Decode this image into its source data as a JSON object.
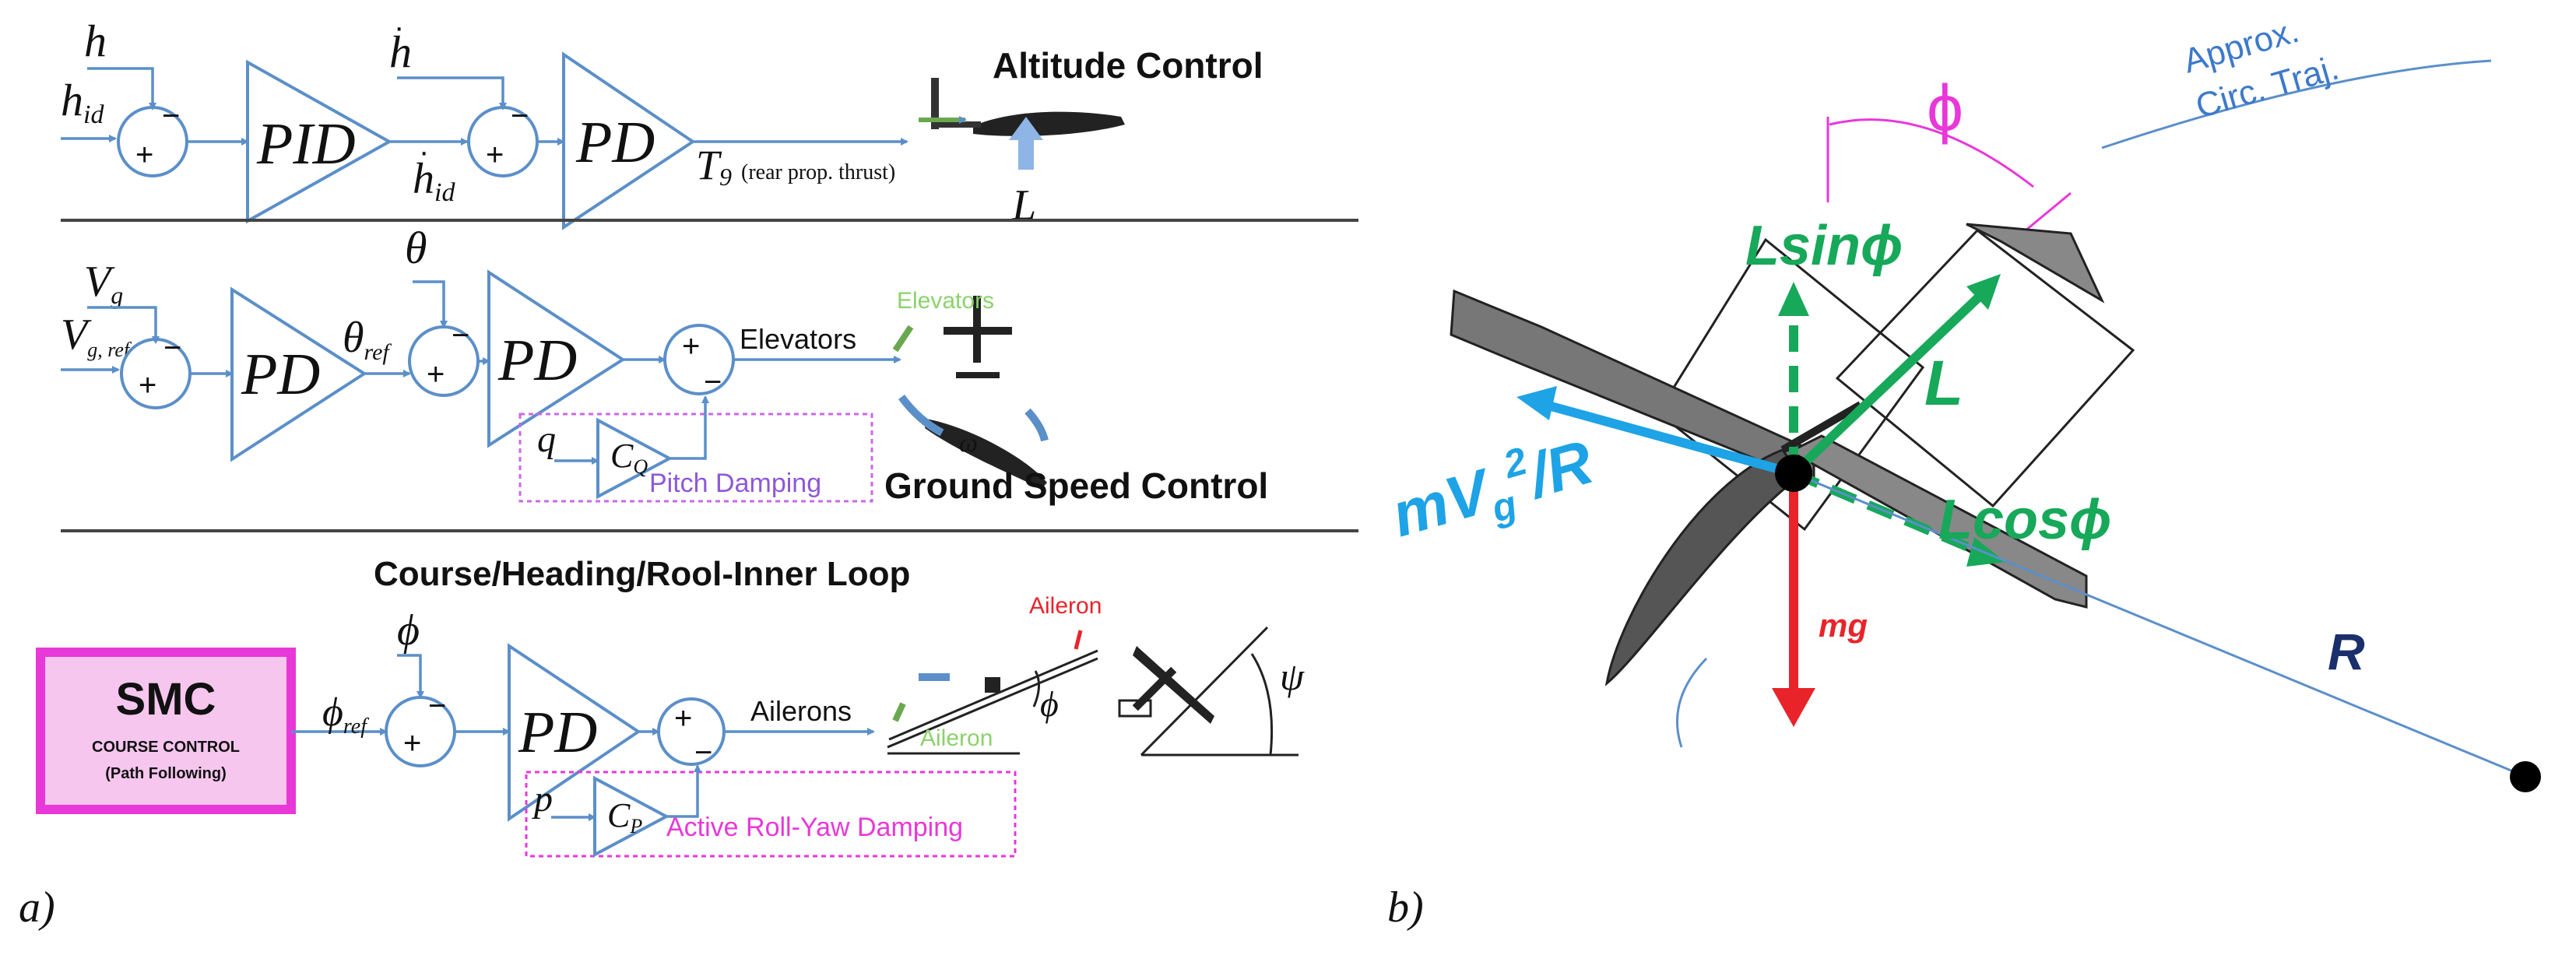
{
  "panel_a": {
    "panel_label": "a)",
    "altitude": {
      "in_h": "h",
      "in_hid": "h",
      "in_hid_sub": "id",
      "pid": "PID",
      "hdot": "h",
      "hdot_id": "h",
      "hdot_id_sub": "id",
      "pd": "PD",
      "t9": "T",
      "t9_sub": "9",
      "t9_note": "(rear prop. thrust)",
      "L": "L",
      "title": "Altitude Control"
    },
    "speed": {
      "vg": "V",
      "vg_sub": "g",
      "vgref": "V",
      "vgref_sub": "g, ref",
      "pd1": "PD",
      "theta_ref": "θ",
      "theta_ref_sub": "ref",
      "theta": "θ",
      "pd2": "PD",
      "elevators_out": "Elevators",
      "elevators_label": "Elevators",
      "q": "q",
      "cq": "C",
      "cq_sub": "Q",
      "pitch_damping": "Pitch Damping",
      "omega": "ω",
      "title": "Ground Speed Control"
    },
    "course": {
      "title": "Course/Heading/Rool-Inner Loop",
      "smc_title": "SMC",
      "smc_sub": "COURSE CONTROL",
      "smc_sub2": "(Path Following)",
      "phi_ref": "ϕ",
      "phi_ref_sub": "ref",
      "phi": "ϕ",
      "pd": "PD",
      "ailerons_out": "Ailerons",
      "p": "p",
      "cp": "C",
      "cp_sub": "P",
      "roll_yaw": "Active Roll-Yaw Damping",
      "aileron_top": "Aileron",
      "aileron_bottom": "Aileron",
      "phi_small": "ϕ",
      "psi": "ψ"
    }
  },
  "panel_b": {
    "panel_label": "b)",
    "approx": "Approx.",
    "circ": "Circ. Traj.",
    "phi": "ϕ",
    "lsin": "Lsinϕ",
    "L": "L",
    "mv2r": "mV",
    "mv2r_sub": "g",
    "mv2r_sup": "2",
    "mv2r_tail": "/R",
    "lcos": "Lcosϕ",
    "mg": "mg",
    "R": "R"
  },
  "colors": {
    "block_blue": "#5b8fc9",
    "force_green": "#17a85a",
    "centripetal_blue": "#1ea3e6",
    "gravity_red": "#e8242a",
    "radius_navy": "#1a2f6b",
    "magenta": "#e838d8",
    "smc_fill": "#f6c6ef",
    "purple": "#8e58d8"
  }
}
